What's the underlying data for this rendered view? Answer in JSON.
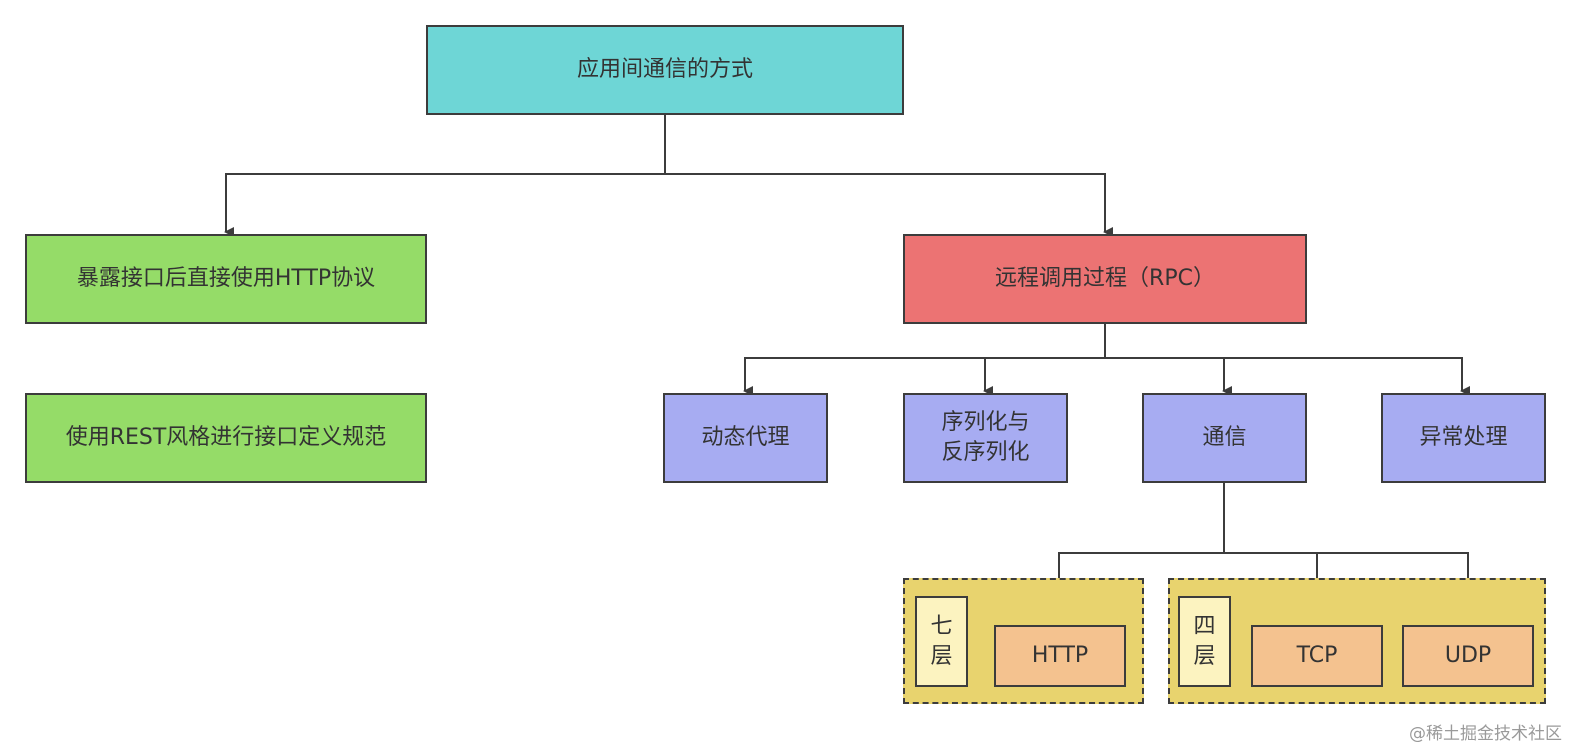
{
  "colors": {
    "root_fill": "#6ed6d6",
    "http_fill": "#95dc68",
    "rpc_fill": "#ec7373",
    "component_fill": "#a7acf2",
    "group_fill": "#e8d36e",
    "layer_label_fill": "#fcf3c0",
    "protocol_fill": "#f4c28f",
    "edge_color": "#3c3c3c"
  },
  "nodes": {
    "root": "应用间通信的方式",
    "http_direct": "暴露接口后直接使用HTTP协议",
    "rest_style": "使用REST风格进行接口定义规范",
    "rpc": "远程调用过程（RPC）",
    "dynamic_proxy": "动态代理",
    "serialization_line1": "序列化与",
    "serialization_line2": "反序列化",
    "communication": "通信",
    "exception_handling": "异常处理",
    "http": "HTTP",
    "tcp": "TCP",
    "udp": "UDP"
  },
  "layers": {
    "seven_line1": "七",
    "seven_line2": "层",
    "four_line1": "四",
    "four_line2": "层"
  },
  "watermark": "@稀土掘金技术社区"
}
